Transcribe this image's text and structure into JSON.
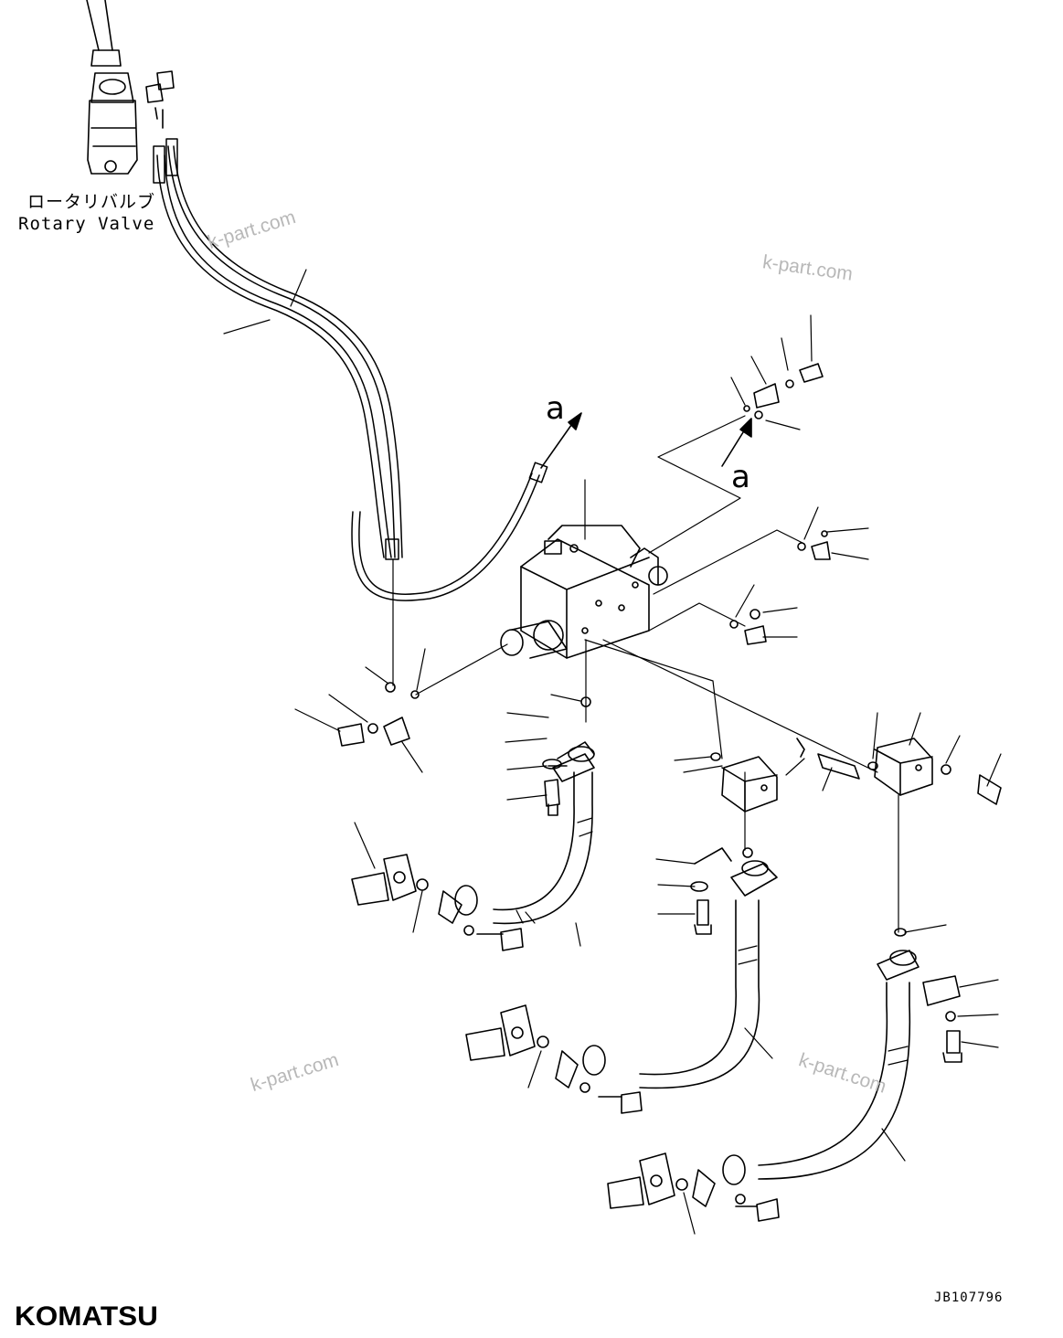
{
  "diagram": {
    "label_rotary_valve_jp": "ロータリバルブ",
    "label_rotary_valve_en": "Rotary Valve",
    "callout_a_top": "a",
    "callout_a_right": "a",
    "drawing_number": "JB107796",
    "brand": "KOMATSU",
    "watermarks": [
      "k-part.com",
      "k-part.com",
      "k-part.com",
      "k-part.com"
    ]
  }
}
